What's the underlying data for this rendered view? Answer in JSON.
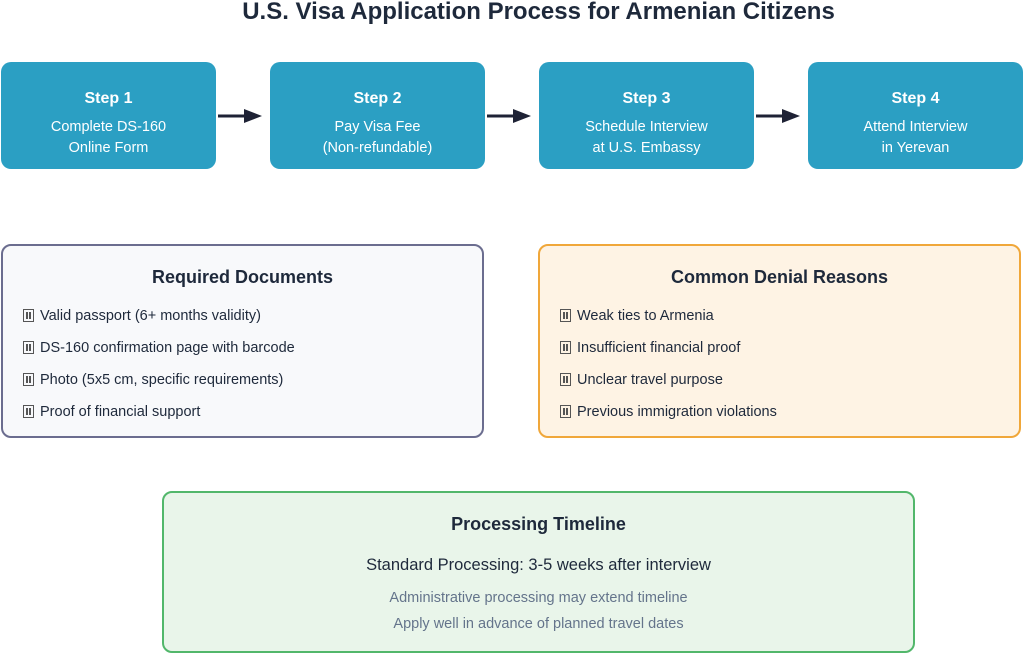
{
  "title": "U.S. Visa Application Process for Armenian Citizens",
  "colors": {
    "step_fill": "#2b9fc3",
    "arrow": "#1e2235",
    "docs_border": "#6b6d8f",
    "denial_border": "#f0a73a",
    "timeline_border": "#52b76b"
  },
  "steps": [
    {
      "title": "Step 1",
      "line1": "Complete DS-160",
      "line2": "Online Form"
    },
    {
      "title": "Step 2",
      "line1": "Pay Visa Fee",
      "line2": "(Non-refundable)"
    },
    {
      "title": "Step 3",
      "line1": "Schedule Interview",
      "line2": "at U.S. Embassy"
    },
    {
      "title": "Step 4",
      "line1": "Attend Interview",
      "line2": "in Yerevan"
    }
  ],
  "required_documents": {
    "title": "Required Documents",
    "items": [
      "Valid passport (6+ months validity)",
      "DS-160 confirmation page with barcode",
      "Photo (5x5 cm, specific requirements)",
      "Proof of financial support"
    ]
  },
  "denial_reasons": {
    "title": "Common Denial Reasons",
    "items": [
      "Weak ties to Armenia",
      "Insufficient financial proof",
      "Unclear travel purpose",
      "Previous immigration violations"
    ]
  },
  "timeline": {
    "title": "Processing Timeline",
    "main": "Standard Processing: 3-5 weeks after interview",
    "note1": "Administrative processing may extend timeline",
    "note2": "Apply well in advance of planned travel dates"
  }
}
